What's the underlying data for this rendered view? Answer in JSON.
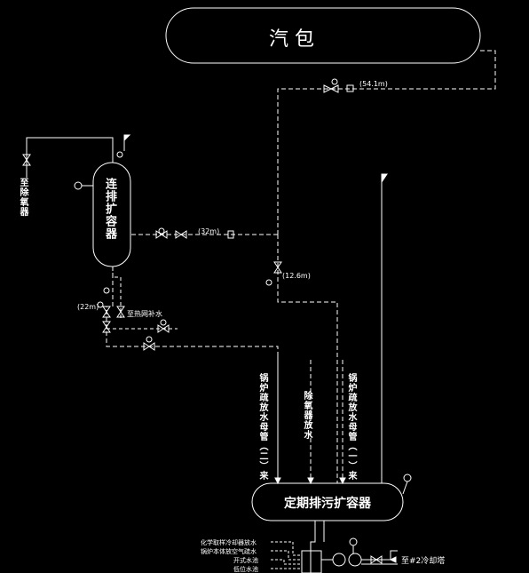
{
  "drum": {
    "label": "汽 包"
  },
  "cont_blowdown": {
    "label": "连排扩容器"
  },
  "periodic_blowdown": {
    "label": "定期排污扩容器"
  },
  "to_deaerator": {
    "label": "至除氧器"
  },
  "to_drain": {
    "label": "至热网补水"
  },
  "boiler_drain_2": {
    "label": "锅炉疏放水母管（二）来"
  },
  "deaerator_drain": {
    "label": "除氧器放水"
  },
  "boiler_drain_1": {
    "label": "锅炉疏放水母管（一）来"
  },
  "to_cooling": {
    "label": "至#2冷却塔"
  },
  "elevations": {
    "e1": "(54.1m)",
    "e2": "(32m)",
    "e3": "(12.6m)",
    "e4": "(22m)"
  },
  "inputs": [
    {
      "label": "化学取样冷却器放水"
    },
    {
      "label": "锅炉本体放空气疏水"
    },
    {
      "label": "开式水池"
    },
    {
      "label": "低位水池"
    }
  ],
  "colors": {
    "line": "#ffffff",
    "background": "#000000"
  }
}
